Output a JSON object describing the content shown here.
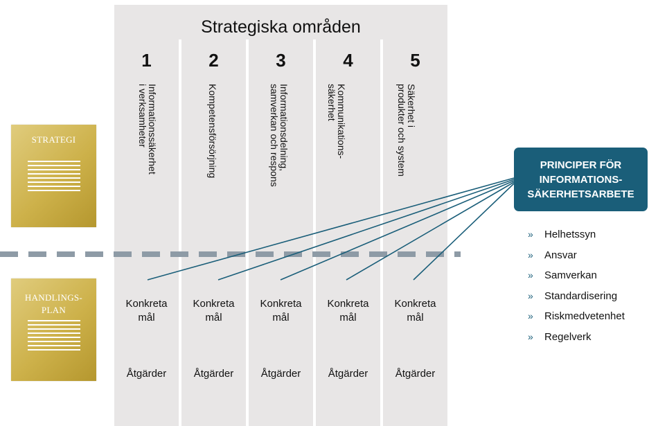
{
  "panel": {
    "title": "Strategiska områden",
    "columns": [
      {
        "number": "1",
        "label": "Informationssäkerhet\ni verksamheter",
        "goal": "Konkreta\nmål",
        "actions": "Åtgärder"
      },
      {
        "number": "2",
        "label": "Kompetensförsörjning",
        "goal": "Konkreta\nmål",
        "actions": "Åtgärder"
      },
      {
        "number": "3",
        "label": "Informationsdelning,\nsamverkan och respons",
        "goal": "Konkreta\nmål",
        "actions": "Åtgärder"
      },
      {
        "number": "4",
        "label": "Kommunikations-\nsäkerhet",
        "goal": "Konkreta\nmål",
        "actions": "Åtgärder"
      },
      {
        "number": "5",
        "label": "Säkerhet i\nprodukter och system",
        "goal": "Konkreta\nmål",
        "actions": "Åtgärder"
      }
    ]
  },
  "documents": {
    "strategy": "STRATEGI",
    "action_plan": "HANDLINGS-\nPLAN"
  },
  "principles": {
    "box_title": "PRINCIPER FÖR\nINFORMATIONS-\nSÄKERHETSARBETE",
    "bullet": "»",
    "items": [
      "Helhetssyn",
      "Ansvar",
      "Samverkan",
      "Standardisering",
      "Riskmedvetenhet",
      "Regelverk"
    ]
  },
  "colors": {
    "panel": "#e8e6e6",
    "accent": "#1a5e79",
    "gold": "#cdb14a",
    "dashes": "#8e9ba6"
  }
}
